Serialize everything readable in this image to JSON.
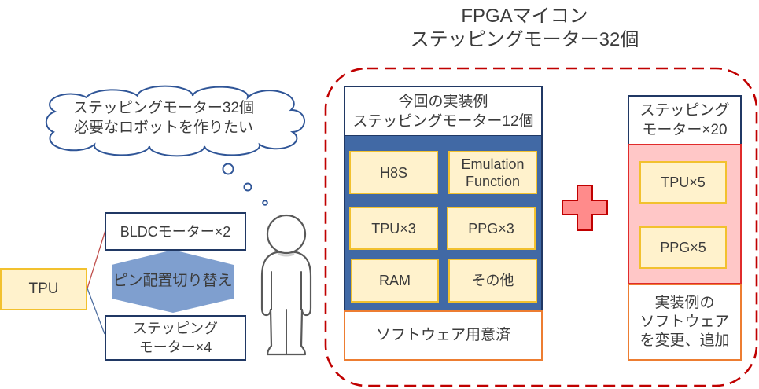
{
  "title": {
    "lines": [
      "FPGAマイコン",
      "ステッピングモーター32個"
    ]
  },
  "thought_bubble": {
    "lines": [
      "ステッピングモーター32個",
      "必要なロボットを作りたい"
    ]
  },
  "figure": {
    "icon": "person-icon"
  },
  "tpu_routing": {
    "source": "TPU",
    "targets": [
      {
        "lines": [
          "BLDCモーター×2"
        ]
      },
      {
        "lines": [
          "ステッピング",
          "モーター×4"
        ]
      }
    ],
    "switch_label": "ピン配置切り替え"
  },
  "implementation_example": {
    "header": {
      "lines": [
        "今回の実装例",
        "ステッピングモーター12個"
      ]
    },
    "blocks": [
      {
        "lines": [
          "H8S"
        ]
      },
      {
        "lines": [
          "Emulation",
          "Function"
        ]
      },
      {
        "lines": [
          "TPU×3"
        ]
      },
      {
        "lines": [
          "PPG×3"
        ]
      },
      {
        "lines": [
          "RAM"
        ]
      },
      {
        "lines": [
          "その他"
        ]
      }
    ],
    "footer": {
      "lines": [
        "ソフトウェア用意済"
      ]
    }
  },
  "operator": {
    "icon": "plus-icon",
    "symbol": "+"
  },
  "extension": {
    "header": {
      "lines": [
        "ステッピング",
        "モーター×20"
      ]
    },
    "blocks": [
      {
        "lines": [
          "TPU×5"
        ]
      },
      {
        "lines": [
          "PPG×5"
        ]
      }
    ],
    "footer": {
      "lines": [
        "実装例の",
        "ソフトウェア",
        "を変更、追加"
      ]
    }
  },
  "colors": {
    "text": "#3B3B3B",
    "navy_border": "#203864",
    "module_fill": "#FFF2CC",
    "module_border": "#F2C12E",
    "core_fill": "#4169A5",
    "extension_fill": "#FFC7C7",
    "extension_border": "#E02B2B",
    "software_border": "#ED7D31",
    "group_dashed_border": "#C00000",
    "switch_fill": "#7F9FCF",
    "cloud_stroke": "#2F5597",
    "plus_fill": "#FF8B8B",
    "plus_stroke": "#C00000",
    "link_red": "#C0504D",
    "link_blue": "#4F6FA0"
  }
}
